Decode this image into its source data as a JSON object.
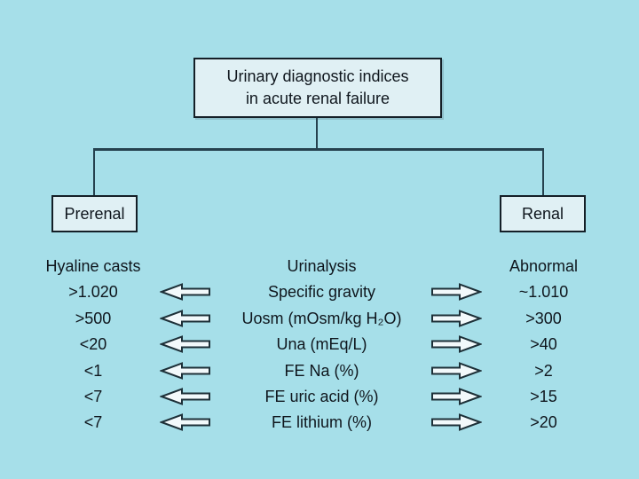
{
  "diagram": {
    "title_line1": "Urinary diagnostic indices",
    "title_line2": "in acute renal failure",
    "left_branch": "Prerenal",
    "right_branch": "Renal",
    "columns": {
      "left_header": "Hyaline casts",
      "center_header": "Urinalysis",
      "right_header": "Abnormal"
    },
    "rows": [
      {
        "left": ">1.020",
        "test": "Specific gravity",
        "right": "~1.010"
      },
      {
        "left": ">500",
        "test": "Uosm (mOsm/kg H₂O)",
        "right": ">300"
      },
      {
        "left": "<20",
        "test": "Una (mEq/L)",
        "right": ">40"
      },
      {
        "left": "<1",
        "test": "FE Na (%)",
        "right": ">2"
      },
      {
        "left": "<7",
        "test": "FE uric acid (%)",
        "right": ">15"
      },
      {
        "left": "<7",
        "test": "FE lithium (%)",
        "right": ">20"
      }
    ],
    "icons": {
      "left_arrow": "left-block-arrow-icon",
      "right_arrow": "right-block-arrow-icon"
    },
    "colors": {
      "background": "#a6dfe9",
      "box_fill": "#e0f0f4",
      "box_border": "#141f27",
      "line": "#25414e",
      "text": "#0f161d",
      "arrow_fill": "#f2f9fb",
      "arrow_stroke": "#1d3038"
    }
  }
}
